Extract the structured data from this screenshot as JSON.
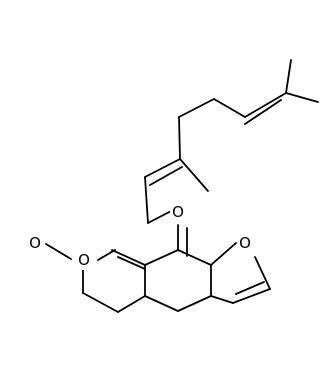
{
  "atoms": {
    "carbonyl_oxygen": "O",
    "ring_oxygen": "O",
    "ether_oxygen": "O",
    "furan_oxygen": "O"
  },
  "colors": {
    "bond": "#000000",
    "label": "#000000",
    "background": "#ffffff"
  }
}
